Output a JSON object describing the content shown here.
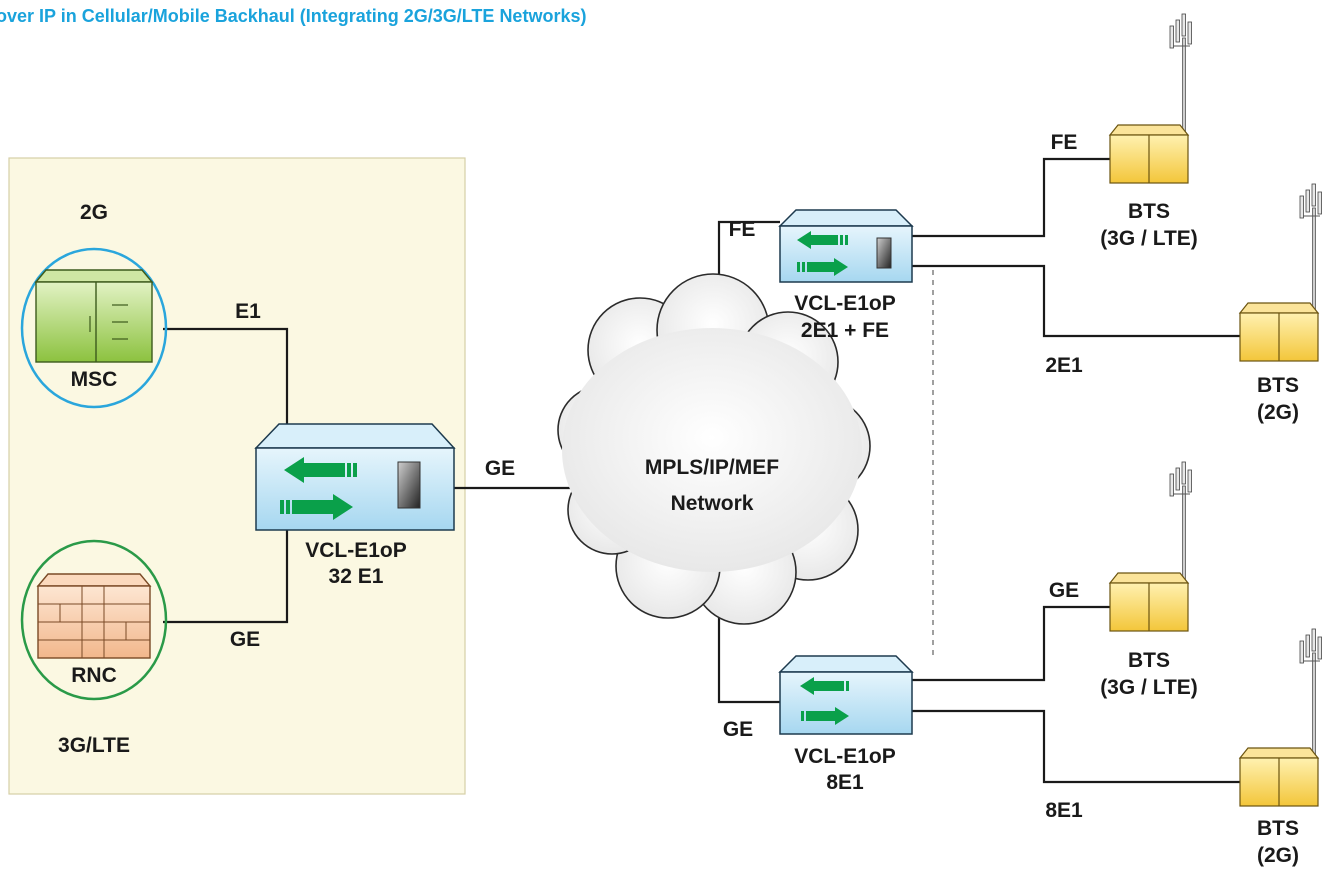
{
  "title": "over IP in Cellular/Mobile Backhaul (Integrating 2G/3G/LTE Networks)",
  "colors": {
    "title": "#1aa3dc",
    "core_panel": "#fbf8e2",
    "ring_2g": "#2aa6dc",
    "ring_3g": "#2a9a48",
    "msc": "#9fcf4f",
    "rnc": "#f7c8a0",
    "device": "#bfe3f5",
    "arrow": "#0aa04a",
    "bts": "#f8d24a"
  },
  "core": {
    "ring_2g_label": "2G",
    "msc_label": "MSC",
    "rnc_label": "RNC",
    "ring_3g_label": "3G/LTE",
    "msc_link": "E1",
    "rnc_link": "GE"
  },
  "central_device": {
    "name": "VCL-E1oP",
    "capacity": "32 E1",
    "uplink": "GE"
  },
  "cloud": {
    "line1": "MPLS/IP/MEF",
    "line2": "Network"
  },
  "upper_device": {
    "name": "VCL-E1oP",
    "capacity": "2E1 + FE",
    "uplink": "FE"
  },
  "lower_device": {
    "name": "VCL-E1oP",
    "capacity": "8E1",
    "uplink": "GE"
  },
  "sites": [
    {
      "link": "FE",
      "bts": "BTS",
      "tech": "(3G / LTE)"
    },
    {
      "link": "2E1",
      "bts": "BTS",
      "tech": "(2G)"
    },
    {
      "link": "GE",
      "bts": "BTS",
      "tech": "(3G / LTE)"
    },
    {
      "link": "8E1",
      "bts": "BTS",
      "tech": "(2G)"
    }
  ]
}
